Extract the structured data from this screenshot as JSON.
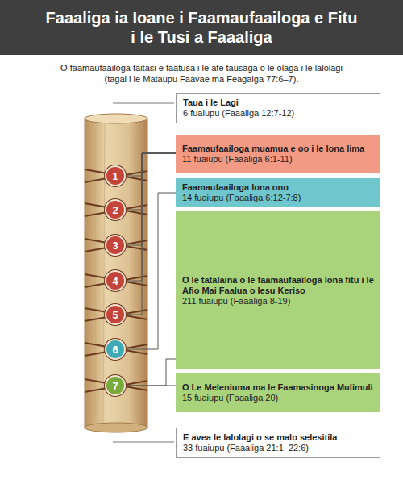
{
  "diagram": {
    "title": "Faaaliga ia Ioane i Faamaufaailoga e Fitu i le Tusi a Faaaliga",
    "nodes": [
      {
        "text": [
          "Taua i le Lagi",
          "6 fuaiupu (Faaaliga 12:7-12)"
        ]
      },
      {
        "text": [
          "Faamaufaailoga muamua e oo i le lona lima",
          "11 fuaiupu (Faaaliga 6:1-11)"
        ]
      },
      {
        "text": [
          "Faamaufaailoga lona ono",
          "14 fuaiupu (Faaaliga 6:12-7:8)"
        ]
      },
      {
        "text": [
          "O le tatalaina o le faamaufaailoga lona fitu i le Afio Mai Faalua o Iesu Keriso",
          "211 fuaiupu (Faaaliga 8-19)"
        ]
      },
      {
        "text": [
          "O Le Meleniuma ma le Faamasinoga Mulimuli",
          "15 fuaiupu (Faaaliga 20)"
        ]
      },
      {
        "text": [
          "E avea le lalolagi o se malo selesitila",
          "33 fuaiupu (Faaaliga 21:1–22:6)"
        ]
      },
      {
        "text": [
          "1"
        ]
      },
      {
        "text": [
          "2"
        ]
      },
      {
        "text": [
          "3"
        ]
      },
      {
        "text": [
          "4"
        ]
      },
      {
        "text": [
          "5"
        ]
      },
      {
        "text": [
          "6"
        ]
      },
      {
        "text": [
          "7"
        ]
      }
    ],
    "edges": [
      {
        "from": 6,
        "to": 1,
        "arrow": "none"
      },
      {
        "from": 7,
        "to": 1,
        "arrow": "none"
      },
      {
        "from": 8,
        "to": 1,
        "arrow": "none"
      },
      {
        "from": 9,
        "to": 1,
        "arrow": "none"
      },
      {
        "from": 10,
        "to": 1,
        "arrow": "none"
      },
      {
        "from": 11,
        "to": 2,
        "arrow": "none"
      },
      {
        "from": 12,
        "to": 3,
        "arrow": "none"
      },
      {
        "from": 12,
        "to": 4,
        "arrow": "none"
      }
    ],
    "labels": [
      "O faamaufaailoga taitasi e faatusa i le afe tausaga o le olaga i le lalolagi (tagai i le Mataupu Faavae ma Feagaiga 77:6–7)."
    ]
  }
}
